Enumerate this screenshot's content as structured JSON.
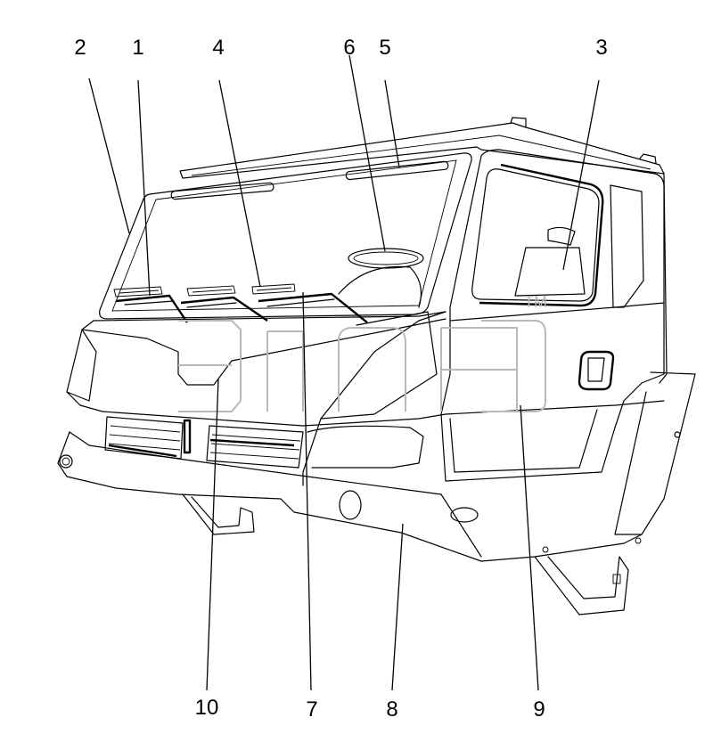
{
  "callouts": [
    {
      "label": "2"
    },
    {
      "label": "1"
    },
    {
      "label": "4"
    },
    {
      "label": "6"
    },
    {
      "label": "5"
    },
    {
      "label": "3"
    },
    {
      "label": "10"
    },
    {
      "label": "7"
    },
    {
      "label": "8"
    },
    {
      "label": "9"
    }
  ],
  "watermark": {
    "mark": "TM"
  }
}
